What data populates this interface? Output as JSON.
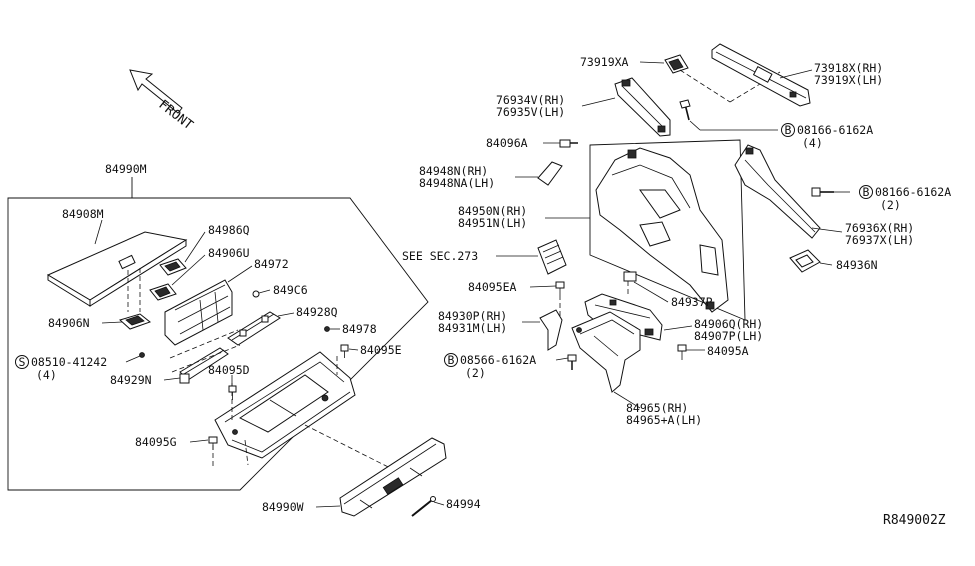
{
  "diagram": {
    "front_label": "FRONT",
    "reference_code": "R849002Z",
    "labels": {
      "p84990M": "84990M",
      "p84908M": "84908M",
      "p84986Q": "84986Q",
      "p84906U": "84906U",
      "p84972": "84972",
      "p849C6": "849C6",
      "p84928Q": "84928Q",
      "p84978": "84978",
      "p84095E": "84095E",
      "p84906N": "84906N",
      "s08510_num": "08510-41242",
      "s08510_qty": "(4)",
      "p84929N": "84929N",
      "p84095D": "84095D",
      "p84095G": "84095G",
      "p84990W": "84990W",
      "p84994": "84994",
      "p73919XA": "73919XA",
      "p73918X_rh": "73918X(RH)",
      "p73919X_lh": "73919X(LH)",
      "p76934V_rh": "76934V(RH)",
      "p76935V_lh": "76935V(LH)",
      "b08166_top_num": "08166-6162A",
      "b08166_top_qty": "(4)",
      "p84096A": "84096A",
      "p84948N_rh": "84948N(RH)",
      "p84948NA_lh": "84948NA(LH)",
      "b08166_mid_num": "08166-6162A",
      "b08166_mid_qty": "(2)",
      "p84950N_rh": "84950N(RH)",
      "p84951N_lh": "84951N(LH)",
      "p76936X_rh": "76936X(RH)",
      "p76937X_lh": "76937X(LH)",
      "see_sec": "SEE SEC.273",
      "p84936N": "84936N",
      "p84095EA": "84095EA",
      "p84937P": "84937P",
      "p84930P_rh": "84930P(RH)",
      "p84931M_lh": "84931M(LH)",
      "p84906Q_rh": "84906Q(RH)",
      "p84907P_lh": "84907P(LH)",
      "b08566_num": "08566-6162A",
      "b08566_qty": "(2)",
      "p84095A": "84095A",
      "p84965_rh": "84965(RH)",
      "p84965A_lh": "84965+A(LH)"
    },
    "markers": {
      "screw": "S",
      "bolt": "B"
    }
  }
}
